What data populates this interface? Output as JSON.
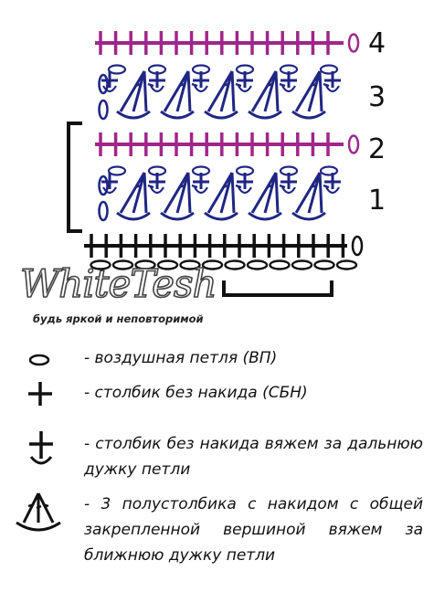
{
  "diagram": {
    "row_labels": [
      "4",
      "3",
      "2",
      "1"
    ],
    "colors": {
      "purple": "#a0268a",
      "navy": "#1f2683",
      "black": "#111111"
    }
  },
  "watermark": {
    "logo_text": "WhiteTesh",
    "tagline": "будь яркой и неповторимой"
  },
  "legend": [
    {
      "icon": "chain-stitch-icon",
      "text": "- воздушная петля (ВП)"
    },
    {
      "icon": "single-crochet-icon",
      "text": "- столбик без накида (СБН)"
    },
    {
      "icon": "single-crochet-back-loop-icon",
      "text": "- столбик без накида вяжем за дальнюю дужку петли"
    },
    {
      "icon": "cluster-stitch-icon",
      "text": "- 3 полустолбика с накидом с общей закрепленной вершиной вяжем за ближнюю дужку петли"
    }
  ]
}
